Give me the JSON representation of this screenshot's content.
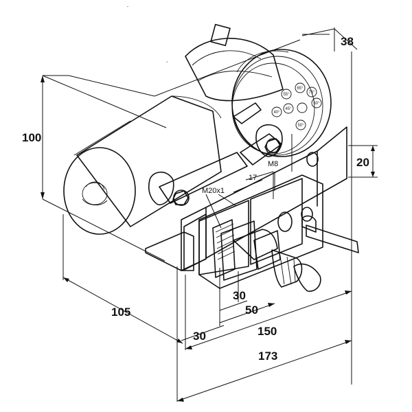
{
  "dimensions": {
    "height": "100",
    "length_base": "105",
    "depth": "38",
    "mount_offset": "20",
    "thread": "M20x1",
    "bolt": "M8",
    "spindle_hole": "17",
    "spindle_30": "30",
    "spindle_50": "50",
    "base_30": "30",
    "base_150": "150",
    "total_173": "173"
  },
  "gear_scale": [
    "55°",
    "65°",
    "75°",
    "45°",
    "40°",
    "60°",
    "50°"
  ],
  "colors": {
    "stroke": "#111111",
    "light_fill": "#f2f2f2",
    "mid_fill": "#d4d4d4",
    "dark_fill": "#8a8a8a"
  }
}
